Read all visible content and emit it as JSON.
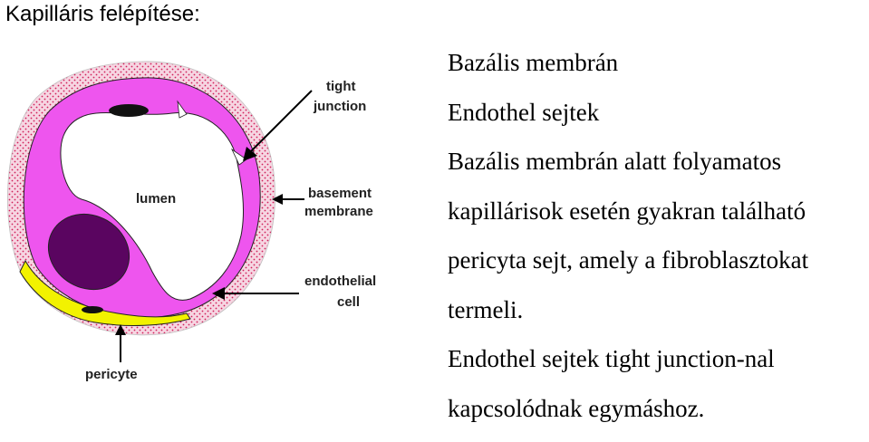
{
  "title": "Kapilláris felépítése:",
  "diagram": {
    "labels": {
      "tight": "tight",
      "junction": "junction",
      "lumen": "lumen",
      "basement": "basement",
      "membrane": "membrane",
      "endothelial": "endothelial",
      "cell": "cell",
      "pericyte": "pericyte"
    },
    "colors": {
      "basement_membrane": "#f6d6e2",
      "basement_dots": "#d0205a",
      "endothelium": "#ee55ee",
      "nucleus": "#5a0560",
      "pericyte": "#f2f200",
      "lumen": "#ffffff"
    }
  },
  "text_lines": [
    "Bazális membrán",
    "Endothel sejtek",
    "Bazális membrán alatt folyamatos",
    "kapillárisok esetén gyakran található",
    "pericyta sejt, amely a fibroblasztokat",
    "termeli.",
    "Endothel sejtek tight junction-nal",
    "kapcsolódnak egymáshoz."
  ]
}
